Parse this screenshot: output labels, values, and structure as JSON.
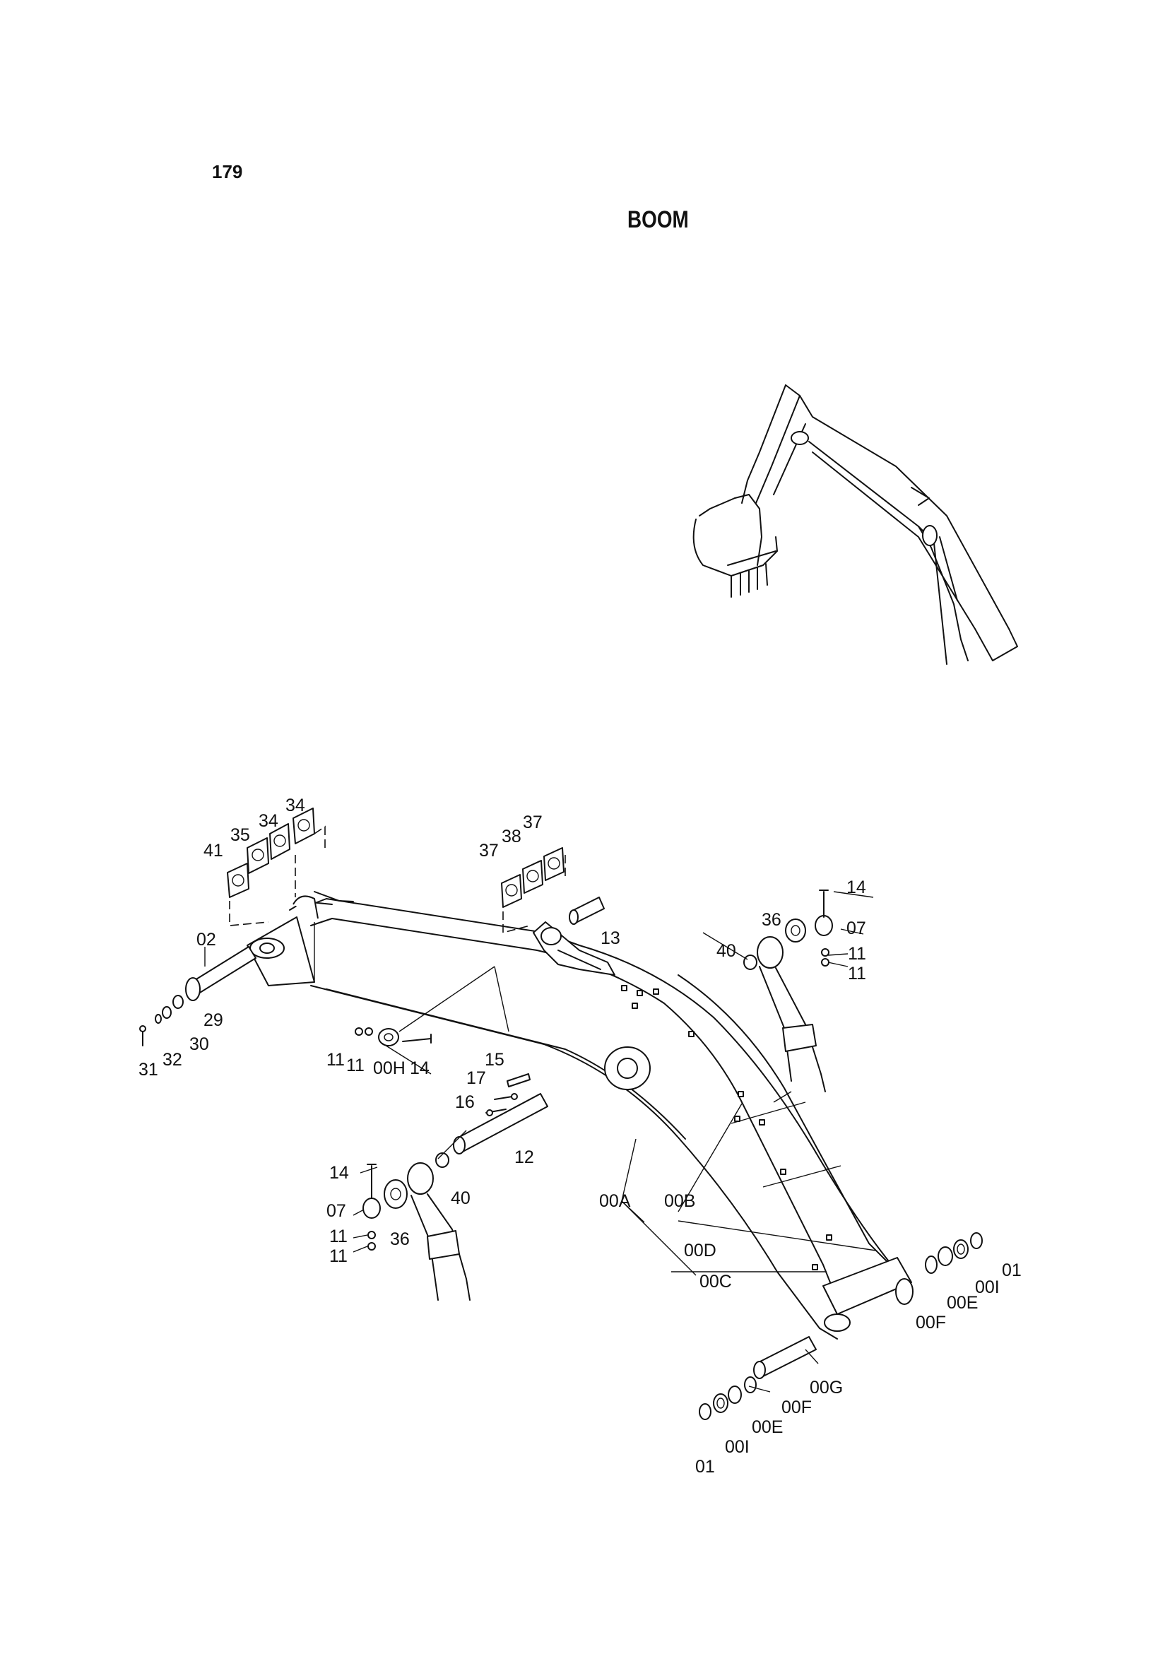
{
  "page": {
    "number": "179",
    "title": "BOOM"
  },
  "diagram": {
    "callouts": [
      {
        "id": "c-41",
        "label": "41"
      },
      {
        "id": "c-35",
        "label": "35"
      },
      {
        "id": "c-34a",
        "label": "34"
      },
      {
        "id": "c-34b",
        "label": "34"
      },
      {
        "id": "c-37a",
        "label": "37"
      },
      {
        "id": "c-38",
        "label": "38"
      },
      {
        "id": "c-37b",
        "label": "37"
      },
      {
        "id": "c-14a",
        "label": "14"
      },
      {
        "id": "c-36a",
        "label": "36"
      },
      {
        "id": "c-07a",
        "label": "07"
      },
      {
        "id": "c-40a",
        "label": "40"
      },
      {
        "id": "c-11a",
        "label": "11"
      },
      {
        "id": "c-11b",
        "label": "11"
      },
      {
        "id": "c-02",
        "label": "02"
      },
      {
        "id": "c-13",
        "label": "13"
      },
      {
        "id": "c-29",
        "label": "29"
      },
      {
        "id": "c-30",
        "label": "30"
      },
      {
        "id": "c-32",
        "label": "32"
      },
      {
        "id": "c-31",
        "label": "31"
      },
      {
        "id": "c-11c",
        "label": "11"
      },
      {
        "id": "c-11d",
        "label": "11"
      },
      {
        "id": "c-00H",
        "label": "00H"
      },
      {
        "id": "c-14b",
        "label": "14"
      },
      {
        "id": "c-15",
        "label": "15"
      },
      {
        "id": "c-17",
        "label": "17"
      },
      {
        "id": "c-16",
        "label": "16"
      },
      {
        "id": "c-12",
        "label": "12"
      },
      {
        "id": "c-14c",
        "label": "14"
      },
      {
        "id": "c-07b",
        "label": "07"
      },
      {
        "id": "c-11e",
        "label": "11"
      },
      {
        "id": "c-11f",
        "label": "11"
      },
      {
        "id": "c-36b",
        "label": "36"
      },
      {
        "id": "c-40b",
        "label": "40"
      },
      {
        "id": "c-00A",
        "label": "00A"
      },
      {
        "id": "c-00B",
        "label": "00B"
      },
      {
        "id": "c-00D",
        "label": "00D"
      },
      {
        "id": "c-00C",
        "label": "00C"
      },
      {
        "id": "c-01a",
        "label": "01"
      },
      {
        "id": "c-00I-a",
        "label": "00I"
      },
      {
        "id": "c-00E-a",
        "label": "00E"
      },
      {
        "id": "c-00F-a",
        "label": "00F"
      },
      {
        "id": "c-00G",
        "label": "00G"
      },
      {
        "id": "c-00F-b",
        "label": "00F"
      },
      {
        "id": "c-00E-b",
        "label": "00E"
      },
      {
        "id": "c-00I-b",
        "label": "00I"
      },
      {
        "id": "c-01b",
        "label": "01"
      }
    ]
  }
}
